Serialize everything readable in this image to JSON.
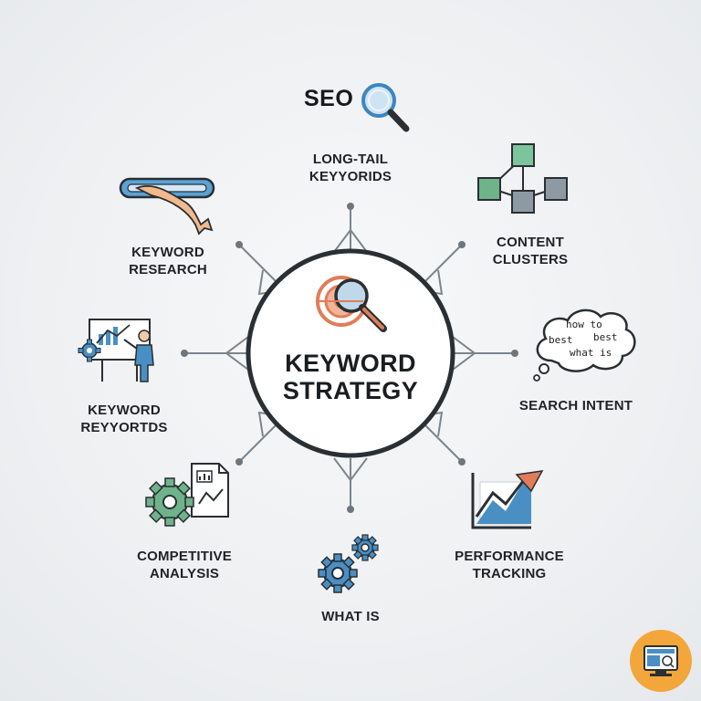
{
  "hub": {
    "line1": "KEYWORD",
    "line2": "STRATEGY"
  },
  "seo_title": "SEO",
  "nodes": {
    "long_tail": {
      "line1": "LONG-TAIL",
      "line2": "KEYYORIDS"
    },
    "content_clusters": {
      "line1": "CONTENT",
      "line2": "CLUSTERS"
    },
    "search_intent": {
      "line1": "SEARCH INTENT"
    },
    "performance_tracking": {
      "line1": "PERFORMANCE",
      "line2": "TRACKING"
    },
    "what_is": {
      "line1": "WHAT IS"
    },
    "competitive_analysis": {
      "line1": "COMPETITIVE",
      "line2": "ANALYSIS"
    },
    "keyword_reyyortds": {
      "line1": "KEYWORD",
      "line2": "REYYORTDS"
    },
    "keyword_research": {
      "line1": "KEYWORD",
      "line2": "RESEARCH"
    }
  },
  "speech_bubble": {
    "t1": "how to",
    "t2": "best",
    "t3": "best",
    "t4": "what is"
  },
  "icons": {
    "seo": "magnifier-icon",
    "hub": "target-magnifier-icon",
    "content_clusters": "network-cubes-icon",
    "search_intent": "thought-bubble-icon",
    "performance_tracking": "growth-chart-icon",
    "what_is": "gears-icon",
    "competitive_analysis": "gear-document-icon",
    "keyword_reyyortds": "presenter-board-icon",
    "keyword_research": "pencil-ribbon-icon",
    "badge": "monitor-badge-icon"
  },
  "colors": {
    "accent_blue": "#4a8fc4",
    "accent_orange": "#e07d58",
    "accent_green": "#6fb38a",
    "line": "#7c858c",
    "badge": "#f3a63a"
  }
}
